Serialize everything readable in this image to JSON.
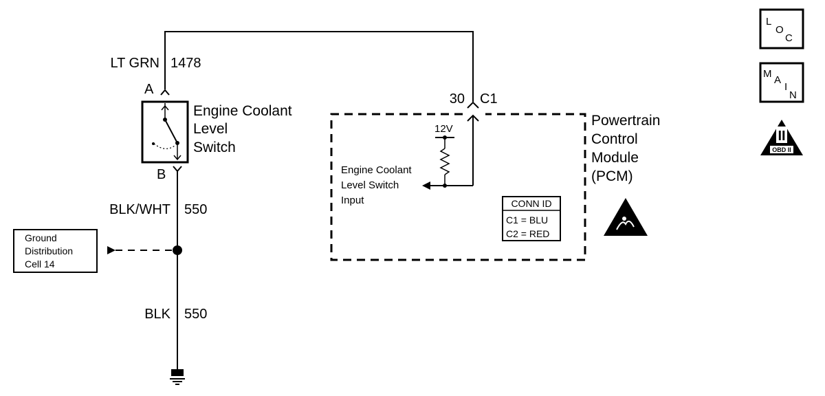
{
  "wires": {
    "top": {
      "color": "LT GRN",
      "circuit": "1478"
    },
    "mid": {
      "color": "BLK/WHT",
      "circuit": "550"
    },
    "bottom": {
      "color": "BLK",
      "circuit": "550"
    }
  },
  "switch": {
    "pin_a": "A",
    "pin_b": "B",
    "name_lines": [
      "Engine Coolant",
      "Level",
      "Switch"
    ]
  },
  "connector": {
    "pin": "30",
    "id": "C1"
  },
  "pcm": {
    "name_lines": [
      "Powertrain",
      "Control",
      "Module",
      "(PCM)"
    ],
    "voltage": "12V",
    "input_lines": [
      "Engine Coolant",
      "Level Switch",
      "Input"
    ],
    "conn_id": {
      "title": "CONN ID",
      "rows": [
        "C1 = BLU",
        "C2 = RED"
      ]
    }
  },
  "ground_ref": {
    "lines": [
      "Ground",
      "Distribution",
      "Cell 14"
    ]
  },
  "nav": {
    "loc": {
      "letters": [
        "L",
        "O",
        "C"
      ]
    },
    "main": {
      "letters": [
        "M",
        "A",
        "I",
        "N"
      ]
    },
    "obd": {
      "numeral": "II",
      "label": "OBD II"
    }
  }
}
